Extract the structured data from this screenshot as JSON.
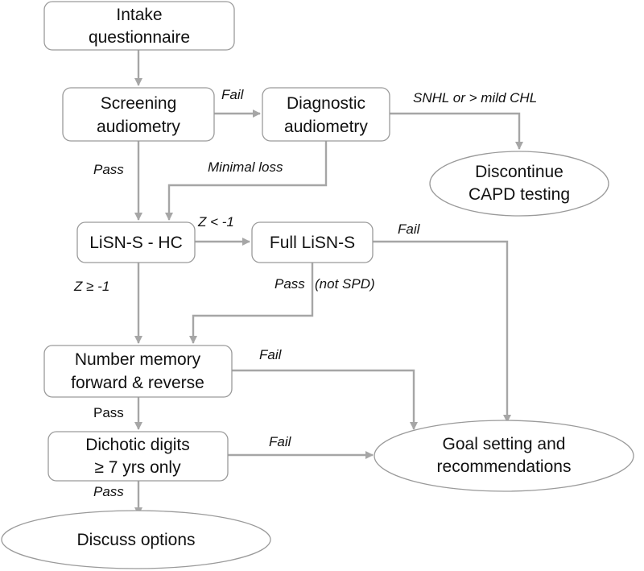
{
  "colors": {
    "box_stroke": "#9a9a9a",
    "arrow": "#a6a6a6",
    "text": "#111111",
    "background": "#ffffff"
  },
  "nodes": {
    "intake": {
      "lines": [
        "Intake",
        "questionnaire"
      ]
    },
    "screening": {
      "lines": [
        "Screening",
        "audiometry"
      ]
    },
    "diagnostic": {
      "lines": [
        "Diagnostic",
        "audiometry"
      ]
    },
    "discontinue": {
      "lines": [
        "Discontinue",
        "CAPD testing"
      ]
    },
    "lisn_hc": {
      "lines": [
        "LiSN-S - HC"
      ]
    },
    "full_lisn": {
      "lines": [
        "Full LiSN-S"
      ]
    },
    "number_memory": {
      "lines": [
        "Number memory",
        "forward & reverse"
      ]
    },
    "dichotic": {
      "lines": [
        "Dichotic digits",
        "≥ 7 yrs only"
      ]
    },
    "goal": {
      "lines": [
        "Goal setting and",
        "recommendations"
      ]
    },
    "discuss": {
      "lines": [
        "Discuss options"
      ]
    }
  },
  "edge_labels": {
    "screening_fail": "Fail",
    "screening_pass": "Pass",
    "diagnostic_snhl": "SNHL or > mild CHL",
    "diagnostic_minimal": "Minimal loss",
    "hc_z_low": "Z < -1",
    "hc_z_ok": "Z  ≥ -1",
    "full_fail": "Fail",
    "full_pass": "Pass",
    "full_pass_note": "(not SPD)",
    "memory_fail": "Fail",
    "memory_pass": "Pass",
    "dichotic_fail": "Fail",
    "dichotic_pass": "Pass"
  }
}
